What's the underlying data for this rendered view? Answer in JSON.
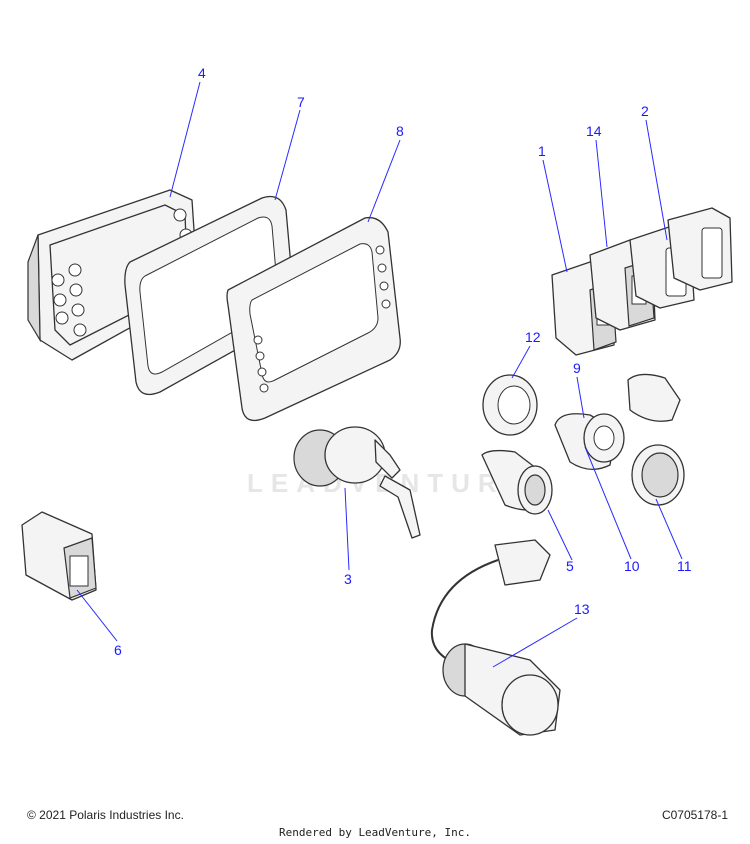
{
  "watermark": "LEADVENTURE",
  "callouts": [
    {
      "id": "c1",
      "label": "1"
    },
    {
      "id": "c14",
      "label": "14"
    },
    {
      "id": "c2",
      "label": "2"
    },
    {
      "id": "c4",
      "label": "4"
    },
    {
      "id": "c7",
      "label": "7"
    },
    {
      "id": "c8",
      "label": "8"
    },
    {
      "id": "c12",
      "label": "12"
    },
    {
      "id": "c9",
      "label": "9"
    },
    {
      "id": "c3",
      "label": "3"
    },
    {
      "id": "c5",
      "label": "5"
    },
    {
      "id": "c10",
      "label": "10"
    },
    {
      "id": "c11",
      "label": "11"
    },
    {
      "id": "c6",
      "label": "6"
    },
    {
      "id": "c13",
      "label": "13"
    }
  ],
  "footer": {
    "copyright": "© 2021 Polaris Industries Inc.",
    "code": "C0705178-1",
    "rendered_by": "Rendered by LeadVenture, Inc."
  }
}
